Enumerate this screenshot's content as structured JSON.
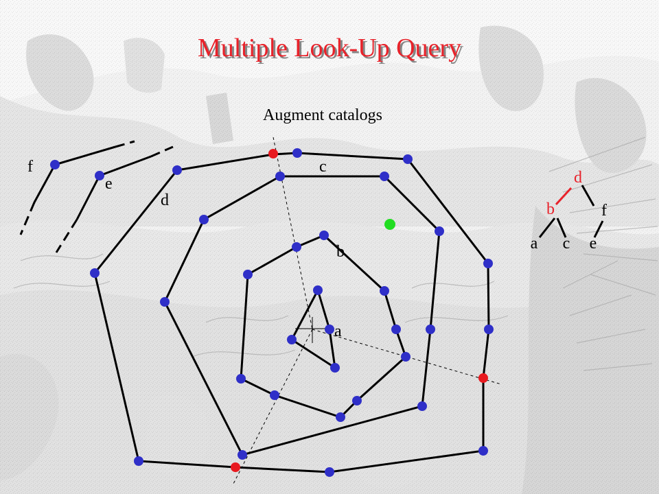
{
  "slide": {
    "title": "Multiple Look-Up Query",
    "subtitle": "Augment  catalogs"
  },
  "polygon_labels": {
    "a": "a",
    "b": "b",
    "c": "c",
    "d": "d",
    "e": "e",
    "f": "f"
  },
  "tree": {
    "nodes": {
      "d": "d",
      "b": "b",
      "f": "f",
      "a": "a",
      "c": "c",
      "e": "e"
    },
    "highlight_color": "#e8212a"
  },
  "colors": {
    "title": "#e8212a",
    "vertex": "#2f2fc8",
    "query_vertex": "#e8191f",
    "query_point": "#22dd22",
    "line": "#000000"
  }
}
